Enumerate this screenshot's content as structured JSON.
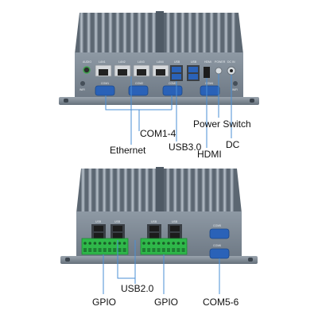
{
  "colors": {
    "chassis_body": "#7d8894",
    "chassis_dark": "#5f6b77",
    "chassis_light": "#a7b1bb",
    "fin_highlight": "#b9c2cb",
    "port_blue": "#2a62b8",
    "port_black": "#1c1c1c",
    "ethernet": "#cfd3d6",
    "terminal_green": "#2fb84a",
    "leader_line": "#4a8fd6"
  },
  "top_unit": {
    "panel_labels": [
      "AUDIO",
      "LAN1",
      "LAN2",
      "LAN3",
      "LAN4",
      "USB",
      "USB",
      "HDMI",
      "POWER",
      "DC IN",
      "COM1",
      "COM2",
      "COM3",
      "COM4",
      "WiFi",
      "WiFi"
    ],
    "callouts": {
      "com": "COM1-4",
      "power_switch": "Power Switch",
      "ethernet": "Ethernet",
      "usb3": "USB3.0",
      "dc": "DC",
      "hdmi": "HDMI"
    }
  },
  "bottom_unit": {
    "panel_labels": [
      "USB",
      "USB",
      "USB",
      "USB",
      "COM5",
      "COM6"
    ],
    "callouts": {
      "usb2": "USB2.0",
      "gpio_left": "GPIO",
      "gpio_right": "GPIO",
      "com": "COM5-6"
    }
  }
}
